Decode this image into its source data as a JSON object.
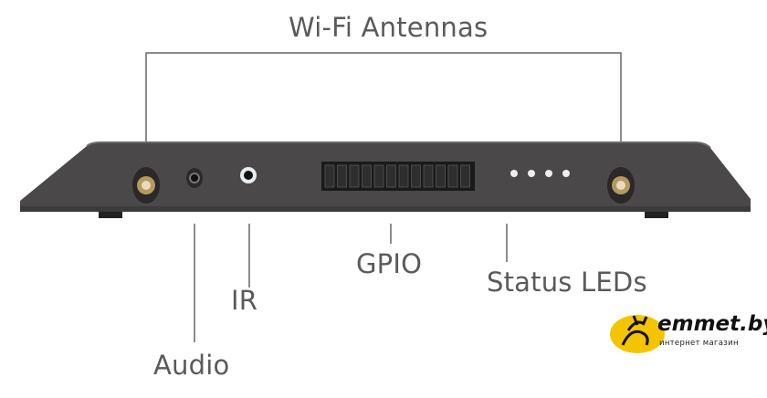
{
  "labels": {
    "wifi": "Wi-Fi Antennas",
    "gpio": "GPIO",
    "status_leds": "Status LEDs",
    "ir": "IR",
    "audio": "Audio"
  },
  "logo": {
    "name": "emmet.by",
    "tagline": "интернет магазин",
    "color": "#f5c400"
  },
  "colors": {
    "device_body": "#4a4848",
    "line": "#666666",
    "text": "#5a5a5a"
  }
}
